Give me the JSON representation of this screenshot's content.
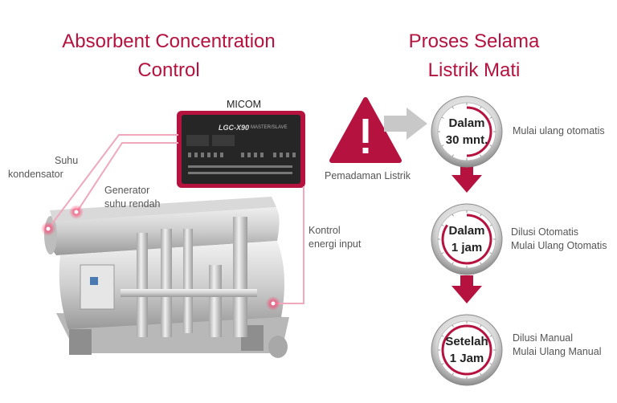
{
  "left_title": "Absorbent Concentration Control",
  "right_title_line1": "Proses Selama",
  "right_title_line2": "Listrik Mati",
  "micom": {
    "label": "MICOM",
    "panel_brand": "LGC-X90",
    "panel_sub": "MASTER/SLAVE"
  },
  "sensors": {
    "suhu_line1": "Suhu",
    "suhu_line2": "kondensator",
    "gen_line1": "Generator",
    "gen_line2": "suhu rendah",
    "kontrol_line1": "Kontrol",
    "kontrol_line2": "energi input"
  },
  "power_failure_label": "Pemadaman Listrik",
  "steps": [
    {
      "time_line1": "Dalam",
      "time_line2": "30 mnt.",
      "desc_line1": "Mulai ulang otomatis",
      "desc_line2": "",
      "arc_fraction": 0.5
    },
    {
      "time_line1": "Dalam",
      "time_line2": "1 jam",
      "desc_line1": "Dilusi Otomatis",
      "desc_line2": "Mulai Ulang Otomatis",
      "arc_fraction": 0.85
    },
    {
      "time_line1": "Setelah",
      "time_line2": "1 Jam",
      "desc_line1": "Dilusi Manual",
      "desc_line2": "Mulai Ulang Manual",
      "arc_fraction": 1.0
    }
  ],
  "colors": {
    "accent": "#b5123f",
    "arrow_gray": "#c8c8c8",
    "panel": "#2a2a2a"
  }
}
